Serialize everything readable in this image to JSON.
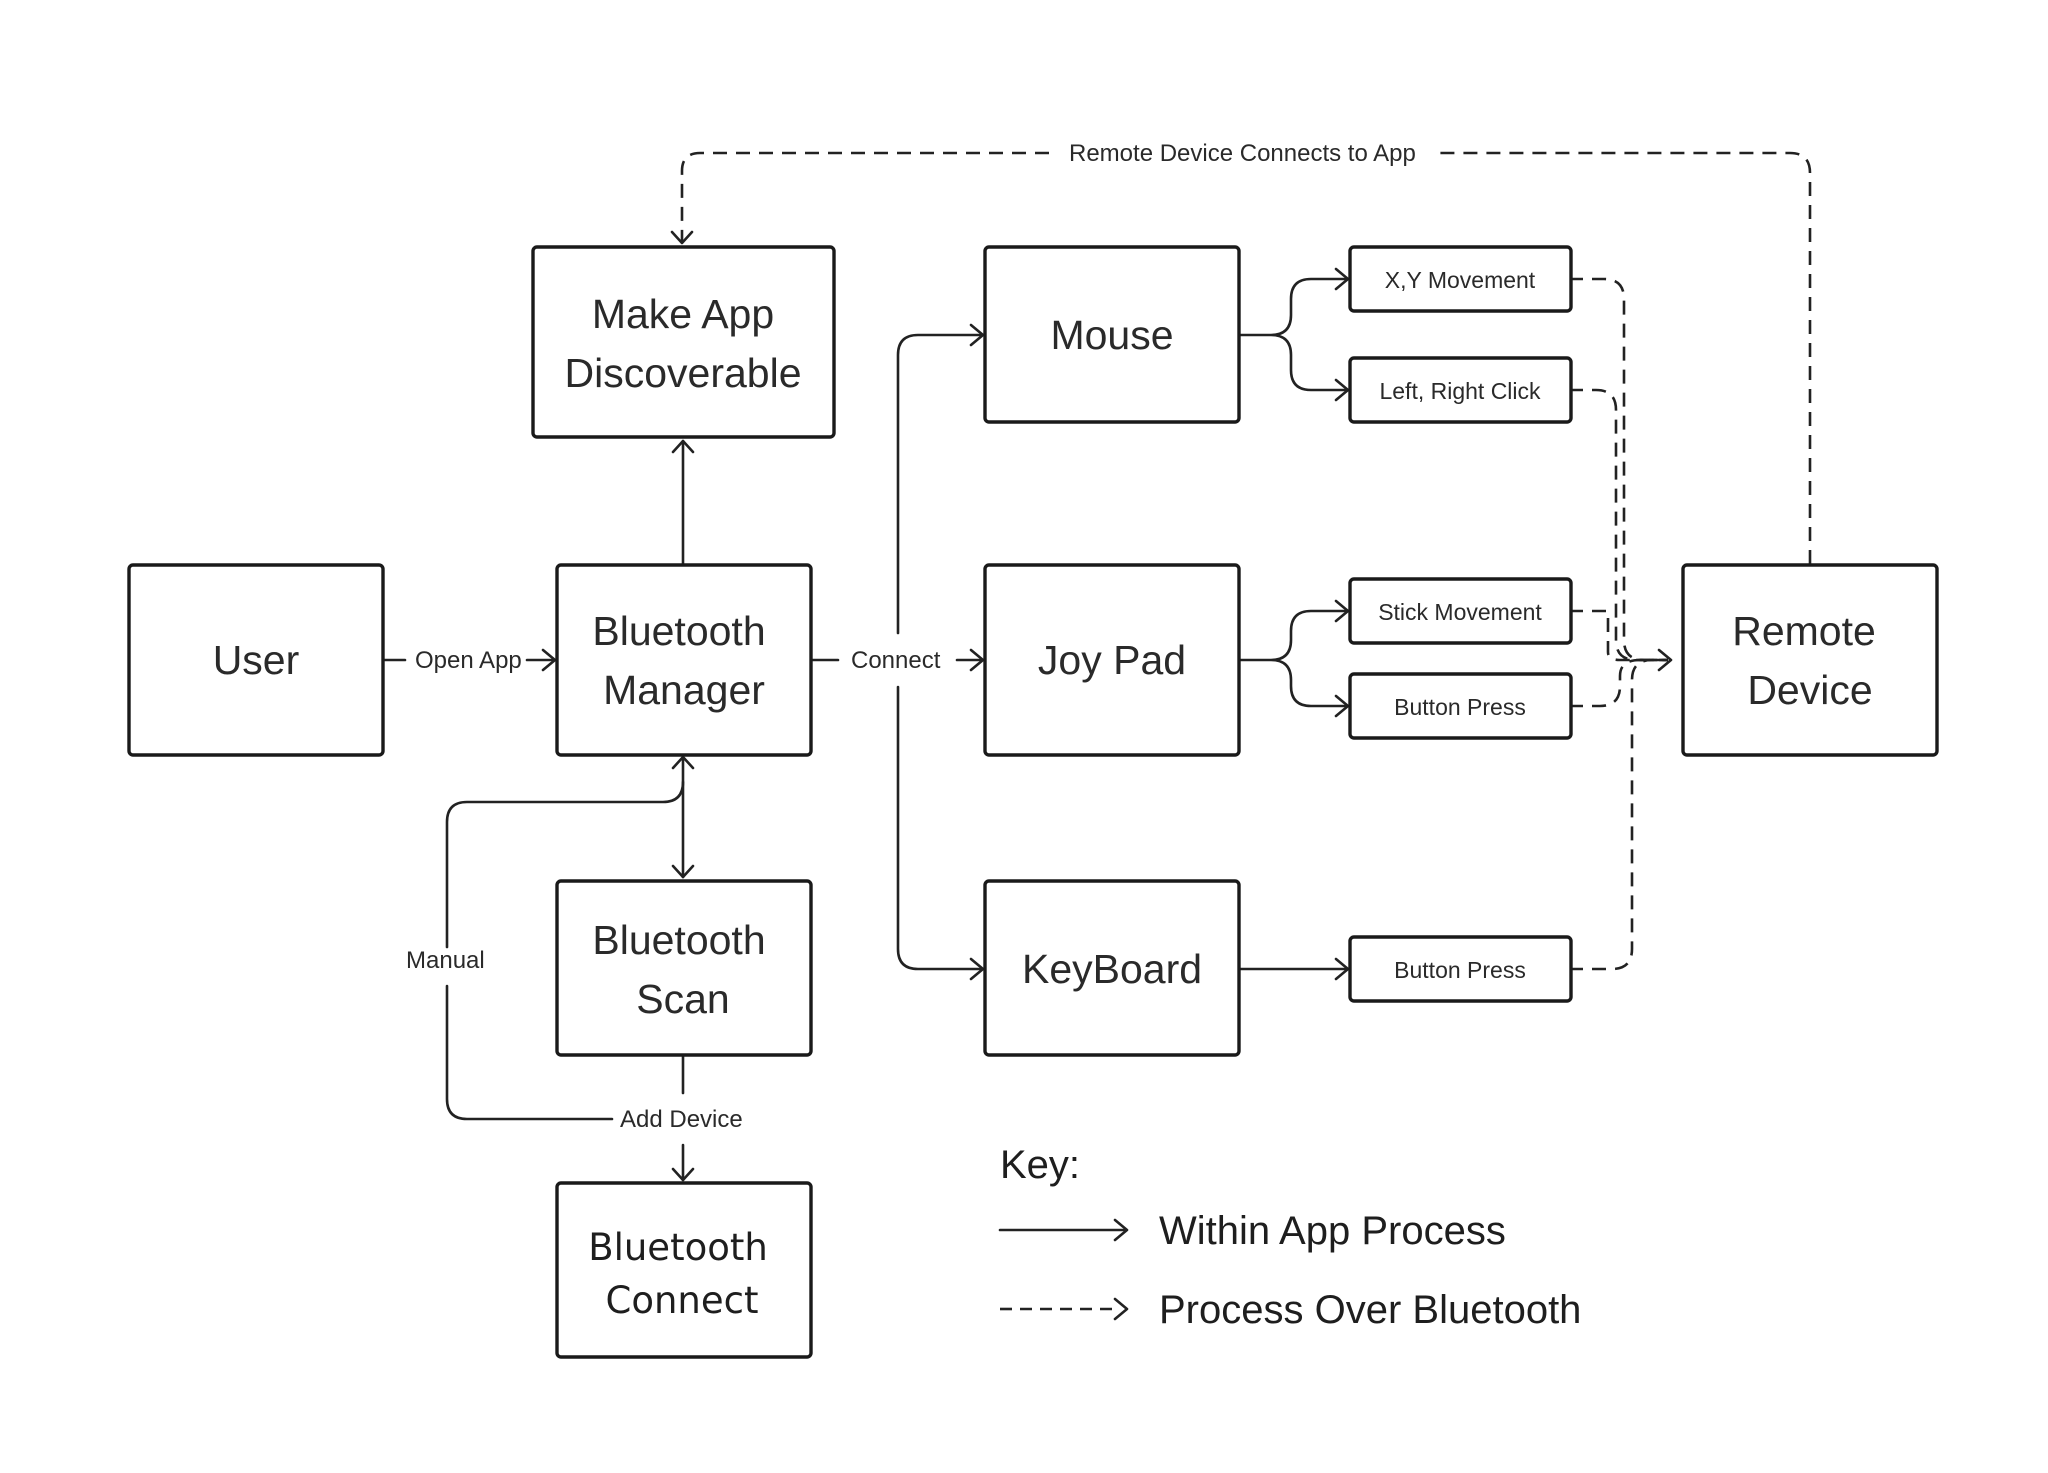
{
  "nodes": {
    "user": "User",
    "make_app_l1": "Make App",
    "make_app_l2": "Discoverable",
    "bt_manager_l1": "Bluetooth",
    "bt_manager_l2": "Manager",
    "bt_scan_l1": "Bluetooth",
    "bt_scan_l2": "Scan",
    "bt_connect_l1": "Bluetooth",
    "bt_connect_l2": "Connect",
    "mouse": "Mouse",
    "joypad": "Joy Pad",
    "keyboard": "KeyBoard",
    "remote_l1": "Remote",
    "remote_l2": "Device",
    "xy_movement": "X,Y Movement",
    "left_right_click": "Left, Right Click",
    "stick_movement": "Stick Movement",
    "joypad_button_press": "Button Press",
    "keyboard_button_press": "Button Press"
  },
  "edges": {
    "open_app": "Open App",
    "connect": "Connect",
    "manual": "Manual",
    "add_device": "Add Device",
    "remote_connects": "Remote Device Connects to App"
  },
  "legend": {
    "title": "Key:",
    "solid": "Within App Process",
    "dashed": "Process Over Bluetooth"
  }
}
